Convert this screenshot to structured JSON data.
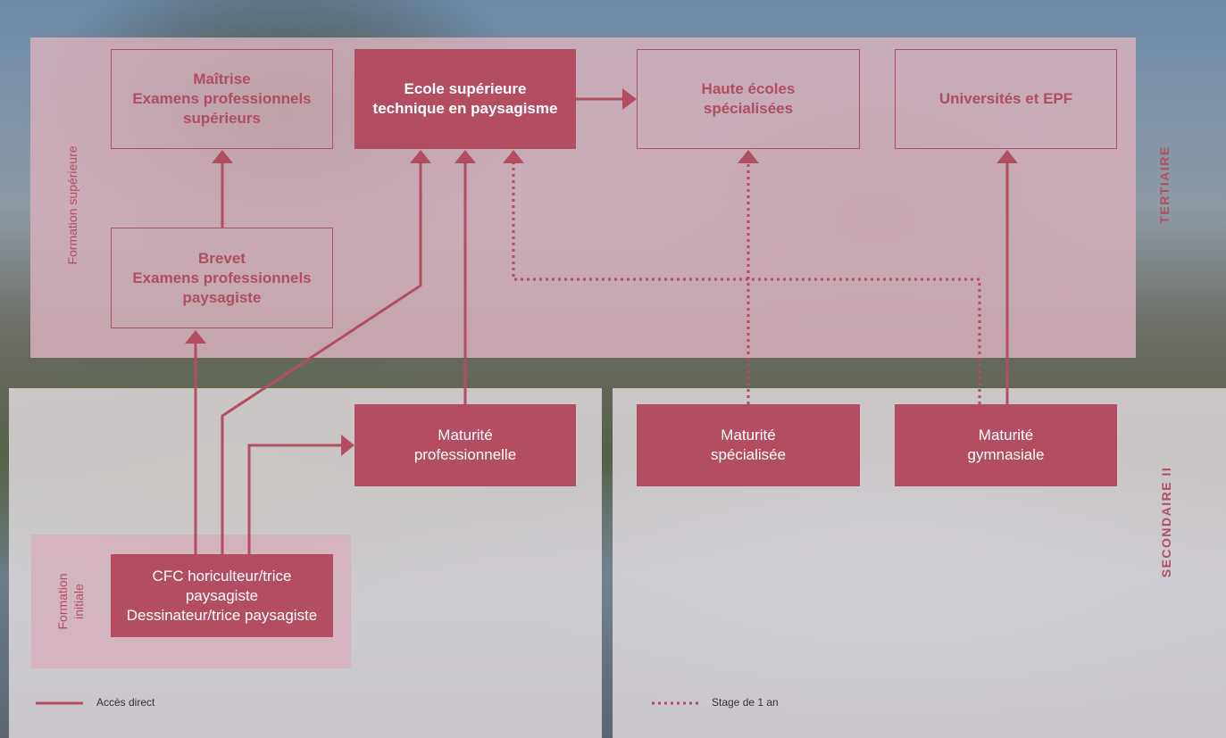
{
  "colors": {
    "accent": "#b24d62"
  },
  "levels": {
    "tertiary": "TERTIAIRE",
    "secondary": "SECONDAIRE II"
  },
  "regions": {
    "higher_education": "Formation supérieure",
    "initial_training": "Formation\ninitiale"
  },
  "boxes": {
    "maitrise": "Maîtrise\nExamens professionnels\nsupérieurs",
    "ecole_superieure": "Ecole supérieure\ntechnique en paysagisme",
    "haute_ecoles": "Haute écoles\nspécialisées",
    "universites": "Universités et EPF",
    "brevet": "Brevet\nExamens professionnels\npaysagiste",
    "maturite_professionnelle": "Maturité\nprofessionnelle",
    "maturite_specialisee": "Maturité\nspécialisée",
    "maturite_gymnasiale": "Maturité\ngymnasiale",
    "cfc": "CFC horiculteur/trice\npaysagiste\nDessinateur/trice paysagiste"
  },
  "legend": {
    "direct_access": "Accès direct",
    "internship": "Stage de 1 an"
  }
}
